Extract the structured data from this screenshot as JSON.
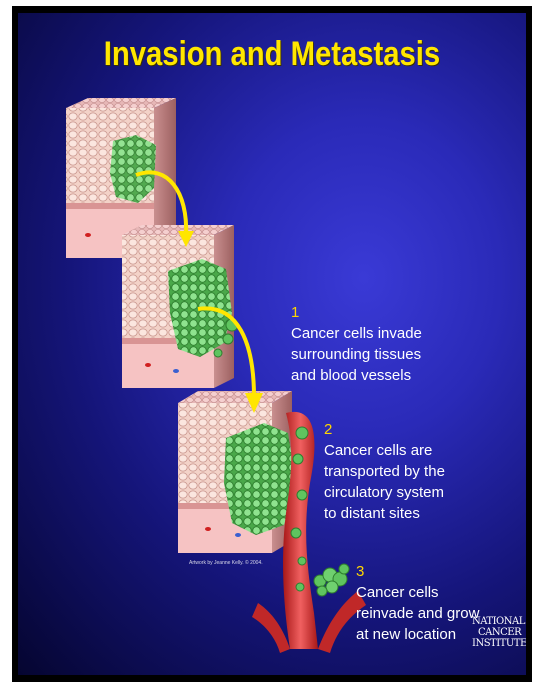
{
  "title": "Invasion and Metastasis",
  "steps": [
    {
      "number": "1",
      "lines": [
        "Cancer cells invade",
        "surrounding tissues",
        "and blood vessels"
      ]
    },
    {
      "number": "2",
      "lines": [
        "Cancer cells are",
        "transported by the",
        "circulatory system",
        "to distant sites"
      ]
    },
    {
      "number": "3",
      "lines": [
        "Cancer cells",
        "reinvade and grow",
        "at new location"
      ]
    }
  ],
  "credit": "Artwork by Jeanne Kelly. © 2004.",
  "logo_lines": [
    "NATIONAL",
    "CANCER",
    "INSTITUTE"
  ],
  "colors": {
    "title": "#ffe600",
    "background": "#2a2ab8",
    "tissue": "#f1b4b4",
    "cancer_cells": "#5fc45f",
    "vessel": "#d83030",
    "arrow": "#ffe600"
  }
}
